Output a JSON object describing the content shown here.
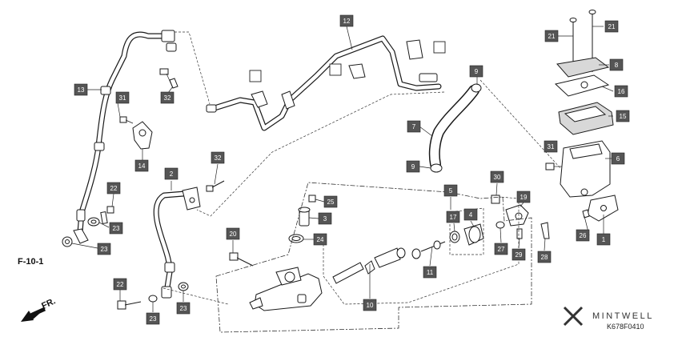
{
  "callouts": [
    {
      "id": "13",
      "text": "13"
    },
    {
      "id": "31a",
      "text": "31"
    },
    {
      "id": "32a",
      "text": "32"
    },
    {
      "id": "14",
      "text": "14"
    },
    {
      "id": "12",
      "text": "12"
    },
    {
      "id": "9a",
      "text": "9"
    },
    {
      "id": "7",
      "text": "7"
    },
    {
      "id": "9b",
      "text": "9"
    },
    {
      "id": "21a",
      "text": "21"
    },
    {
      "id": "21b",
      "text": "21"
    },
    {
      "id": "8",
      "text": "8"
    },
    {
      "id": "16",
      "text": "16"
    },
    {
      "id": "15",
      "text": "15"
    },
    {
      "id": "31b",
      "text": "31"
    },
    {
      "id": "6",
      "text": "6"
    },
    {
      "id": "26a",
      "text": "26"
    },
    {
      "id": "1",
      "text": "1"
    },
    {
      "id": "32b",
      "text": "32"
    },
    {
      "id": "2",
      "text": "2"
    },
    {
      "id": "22a",
      "text": "22"
    },
    {
      "id": "23a",
      "text": "23"
    },
    {
      "id": "23b",
      "text": "23"
    },
    {
      "id": "25",
      "text": "25"
    },
    {
      "id": "3",
      "text": "3"
    },
    {
      "id": "24",
      "text": "24"
    },
    {
      "id": "20",
      "text": "20"
    },
    {
      "id": "5",
      "text": "5"
    },
    {
      "id": "30",
      "text": "30"
    },
    {
      "id": "19",
      "text": "19"
    },
    {
      "id": "17",
      "text": "17"
    },
    {
      "id": "4",
      "text": "4"
    },
    {
      "id": "27",
      "text": "27"
    },
    {
      "id": "29",
      "text": "29"
    },
    {
      "id": "28",
      "text": "28"
    },
    {
      "id": "11",
      "text": "11"
    },
    {
      "id": "10",
      "text": "10"
    },
    {
      "id": "22b",
      "text": "22"
    },
    {
      "id": "23c",
      "text": "23"
    },
    {
      "id": "23d",
      "text": "23"
    }
  ],
  "section_ref": "F-10-1",
  "direction_label": "FR.",
  "brand": "MINTWELL",
  "diagram_code": "K678F0410"
}
